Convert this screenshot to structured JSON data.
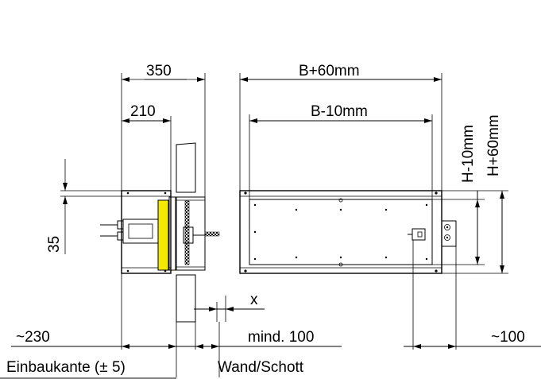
{
  "dimensions": {
    "d350": "350",
    "d210": "210",
    "d35": "35",
    "d230": "~230",
    "dB60": "B+60mm",
    "dB10": "B-10mm",
    "dH10": "H-10mm",
    "dH60": "H+60mm",
    "dx": "x",
    "dmind": "mind. 100",
    "d100": "~100"
  },
  "labels": {
    "einbaukante": "Einbaukante (± 5)",
    "wand": "Wand/Schott"
  },
  "colors": {
    "blade": "#f2ea00",
    "line": "#000000",
    "background": "#ffffff"
  }
}
